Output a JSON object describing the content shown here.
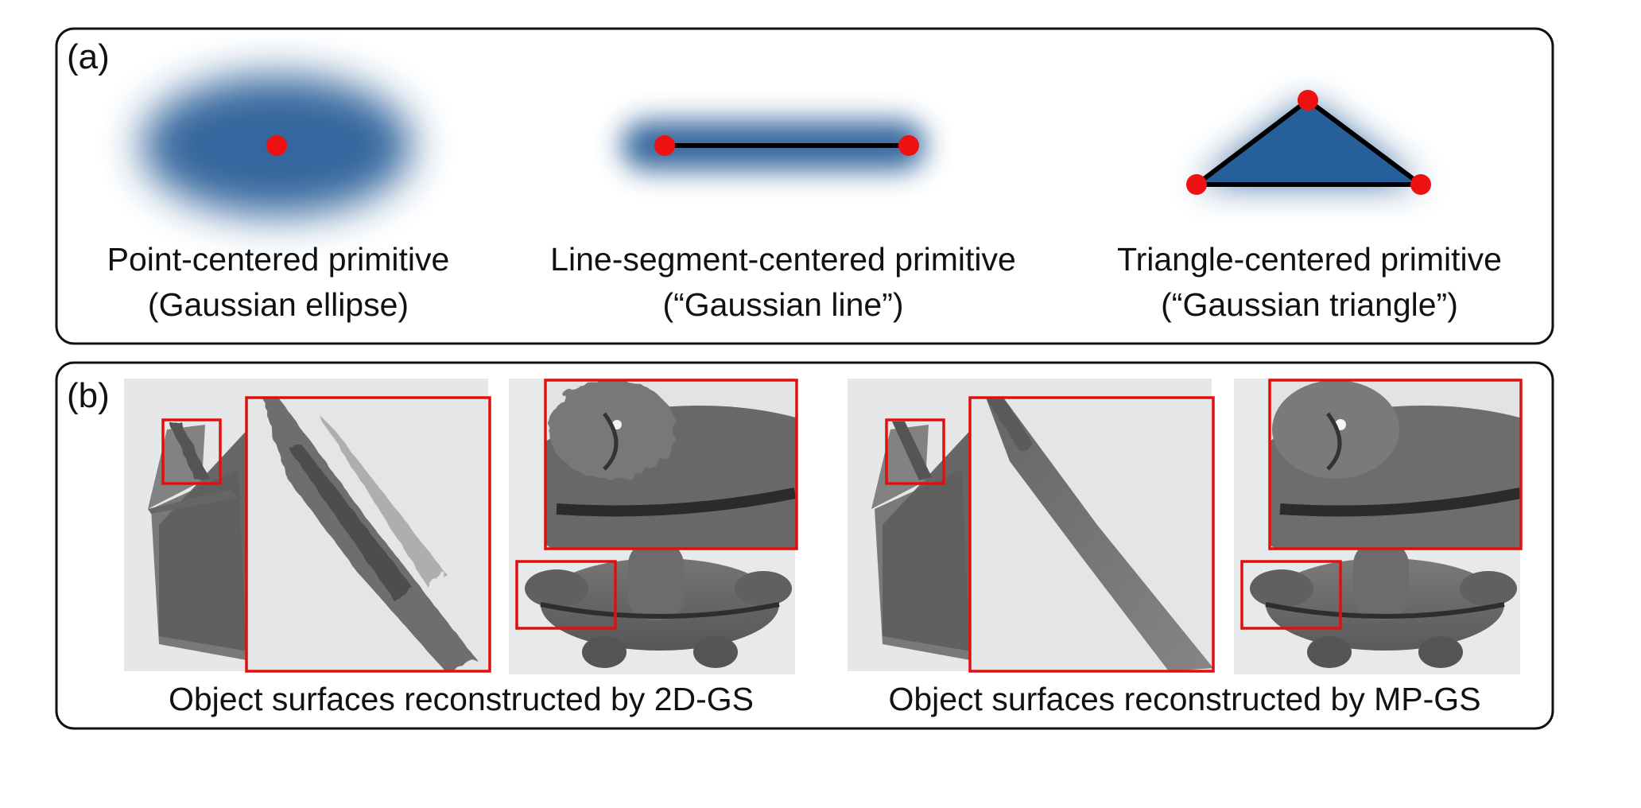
{
  "panel_a": {
    "tag": "(a)",
    "primitives": [
      {
        "title": "Point-centered primitive",
        "subtitle": "(Gaussian ellipse)"
      },
      {
        "title": "Line-segment-centered primitive",
        "subtitle": "(“Gaussian line”)"
      },
      {
        "title": "Triangle-centered primitive",
        "subtitle": "(“Gaussian triangle”)"
      }
    ]
  },
  "panel_b": {
    "tag": "(b)",
    "captions": [
      "Object surfaces reconstructed by 2D-GS",
      "Object surfaces reconstructed by MP-GS"
    ]
  },
  "colors": {
    "gaussian_blue": "#2a5f98",
    "vertex_red": "#ee1111",
    "highlight_box": "#e01010",
    "panel_border": "#111111"
  }
}
